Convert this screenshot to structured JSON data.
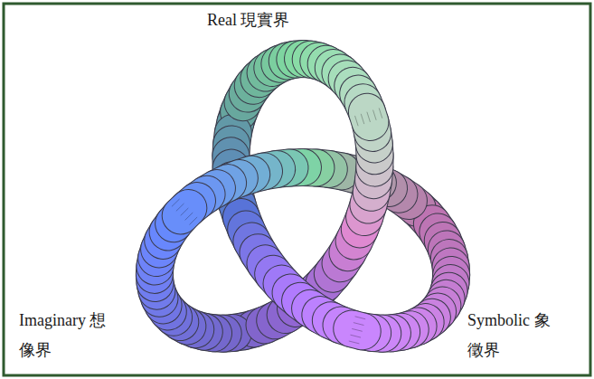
{
  "diagram": {
    "labels": [
      "Real 現實界",
      "Imaginary 想像界",
      "Symbolic 象徵界"
    ]
  }
}
